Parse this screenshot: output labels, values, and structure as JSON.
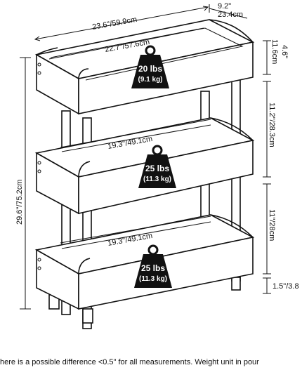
{
  "dimensions": {
    "depth_in": "9.2\"",
    "depth_cm": "23.4cm",
    "outer_width_in": "23.6\"",
    "outer_width_cm": "59.9cm",
    "inner_width_in": "22.7\"",
    "inner_width_cm": "57.6cm",
    "shelf_width_mid_in": "19.3\"",
    "shelf_width_mid_cm": "49.1cm",
    "shelf_width_low_in": "19.3\"",
    "shelf_width_low_cm": "49.1cm",
    "top_rail_in": "4.6\"",
    "top_rail_cm": "11.6cm",
    "upper_gap_in": "11.2\"",
    "upper_gap_cm": "28.3cm",
    "lower_gap_in": "11\"",
    "lower_gap_cm": "28cm",
    "leg_in": "1.5\"",
    "leg_cm": "3.8",
    "height_in": "29.6\"",
    "height_cm": "75.2cm"
  },
  "weights": [
    {
      "lbs": "20 lbs",
      "kg": "(9.1 kg)"
    },
    {
      "lbs": "25 lbs",
      "kg": "(11.3 kg)"
    },
    {
      "lbs": "25 lbs",
      "kg": "(11.3 kg)"
    }
  ],
  "footnote": "here is a possible difference <0.5\" for all measurements. Weight unit in pour"
}
